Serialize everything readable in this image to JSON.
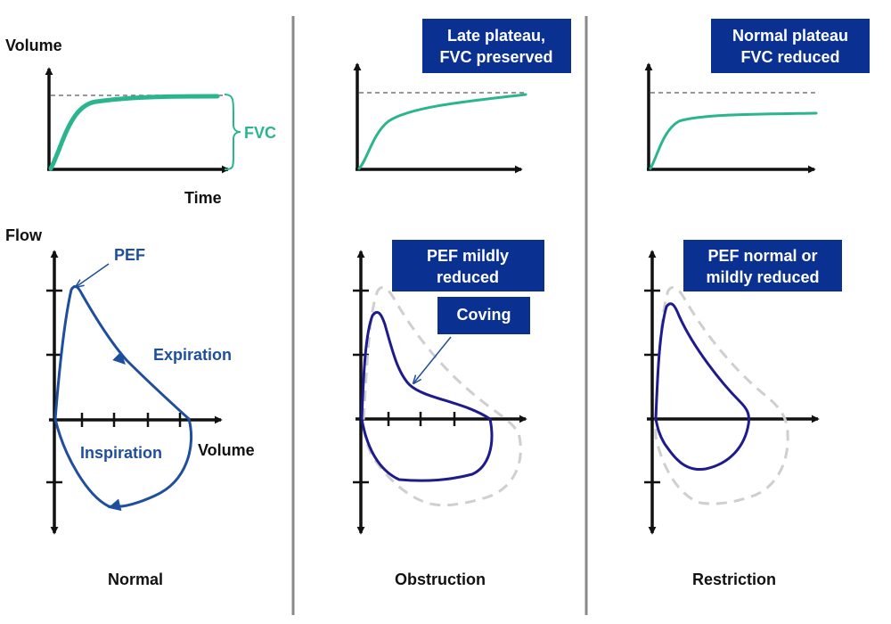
{
  "labels": {
    "volume_axis": "Volume",
    "time_axis": "Time",
    "fvc": "FVC",
    "flow_axis": "Flow",
    "pef": "PEF",
    "expiration": "Expiration",
    "inspiration": "Inspiration",
    "loop_volume_axis": "Volume"
  },
  "panels": {
    "normal": "Normal",
    "obstruction": "Obstruction",
    "restriction": "Restriction"
  },
  "boxes": {
    "obstruction_spiro": [
      "Late plateau,",
      "FVC preserved"
    ],
    "restriction_spiro": [
      "Normal plateau",
      "FVC reduced"
    ],
    "obstruction_pef": [
      "PEF mildly",
      "reduced"
    ],
    "obstruction_coving": "Coving",
    "restriction_pef": [
      "PEF normal or",
      "mildly reduced"
    ]
  },
  "colors": {
    "curve_green": "#2ab58f",
    "loop_blue": "#1f4e9c",
    "loop_navy": "#1e1b8c",
    "box_fill": "#0a3191",
    "reference_gray": "#cfcfcf",
    "divider": "#8a8a8a"
  }
}
